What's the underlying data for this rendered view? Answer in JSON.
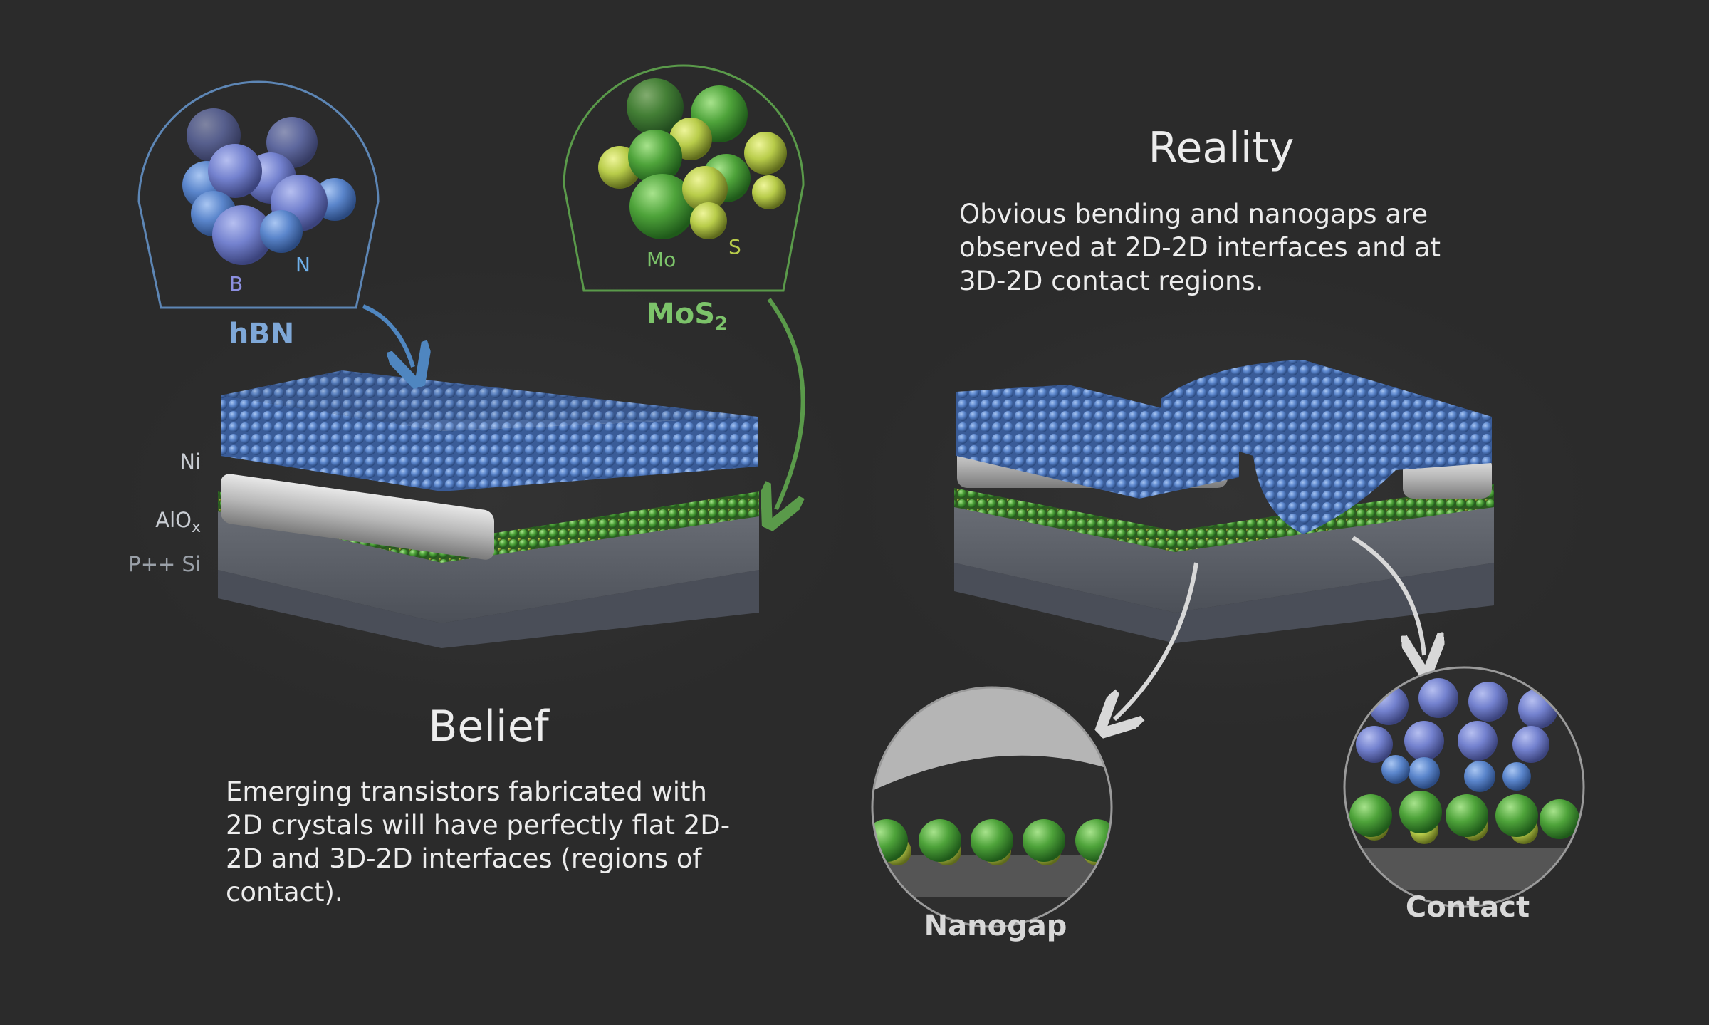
{
  "belief": {
    "title": "Belief",
    "text": "Emerging transistors fabricated with 2D crystals will have perfectly flat 2D-2D and 3D-2D interfaces (regions of contact)."
  },
  "reality": {
    "title": "Reality",
    "text": "Obvious bending and nanogaps are observed at 2D-2D interfaces and at 3D-2D contact regions."
  },
  "insets": {
    "hbn": {
      "label": "hBN",
      "atom_b": "B",
      "atom_n": "N"
    },
    "mos2": {
      "label_main": "MoS",
      "label_sub": "2",
      "atom_mo": "Mo",
      "atom_s": "S"
    },
    "nanogap": {
      "label": "Nanogap"
    },
    "contact": {
      "label": "Contact"
    }
  },
  "layers": {
    "ni": "Ni",
    "aloxMain": "AlO",
    "aloxSub": "x",
    "si": "P++ Si"
  },
  "colors": {
    "background": "#2b2b2b",
    "hbn": "#5b86cc",
    "mos2": "#5aa83a",
    "sulfur": "#b8cc4a",
    "hbn_label": "#7fa8d8",
    "mos2_label": "#7cc36a"
  }
}
